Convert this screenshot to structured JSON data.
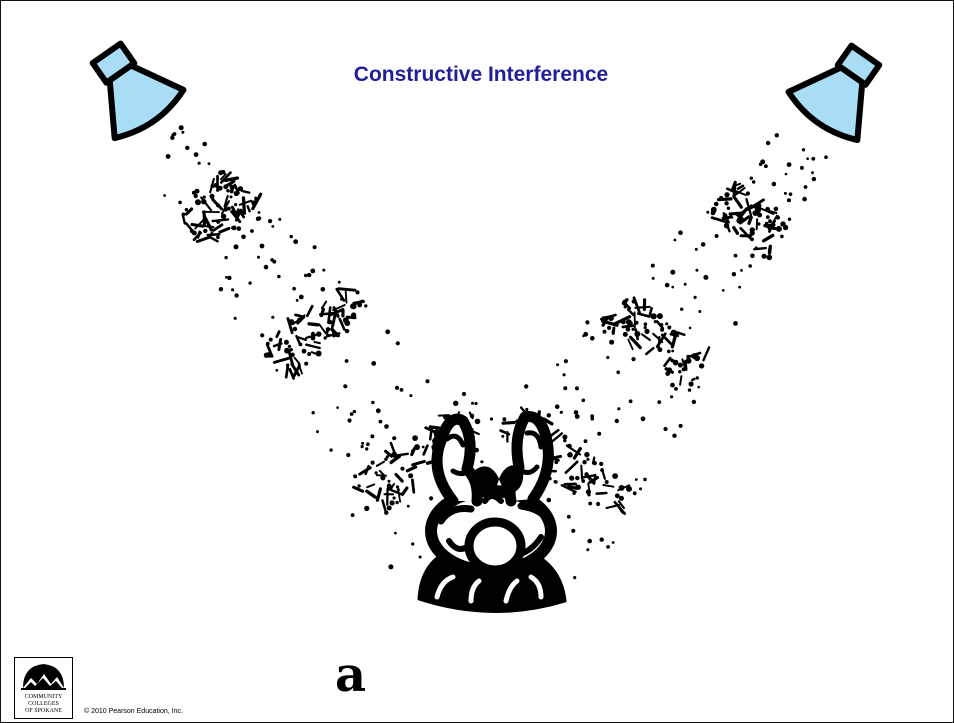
{
  "slide": {
    "title": "Constructive Interference",
    "panel_label": "a",
    "copyright": "© 2010 Pearson Education, Inc.",
    "logo": {
      "line1": "COMMUNITY",
      "line2": "COLLEGES",
      "line3": "OF SPOKANE"
    }
  },
  "colors": {
    "title": "#1f1f9b",
    "speaker_fill": "#a9dcf5",
    "ink": "#000000",
    "background": "#ffffff"
  },
  "icons": {
    "left_speaker": "speaker-icon",
    "right_speaker": "speaker-icon",
    "listener": "listener-figure",
    "logo": "college-logo-icon"
  }
}
